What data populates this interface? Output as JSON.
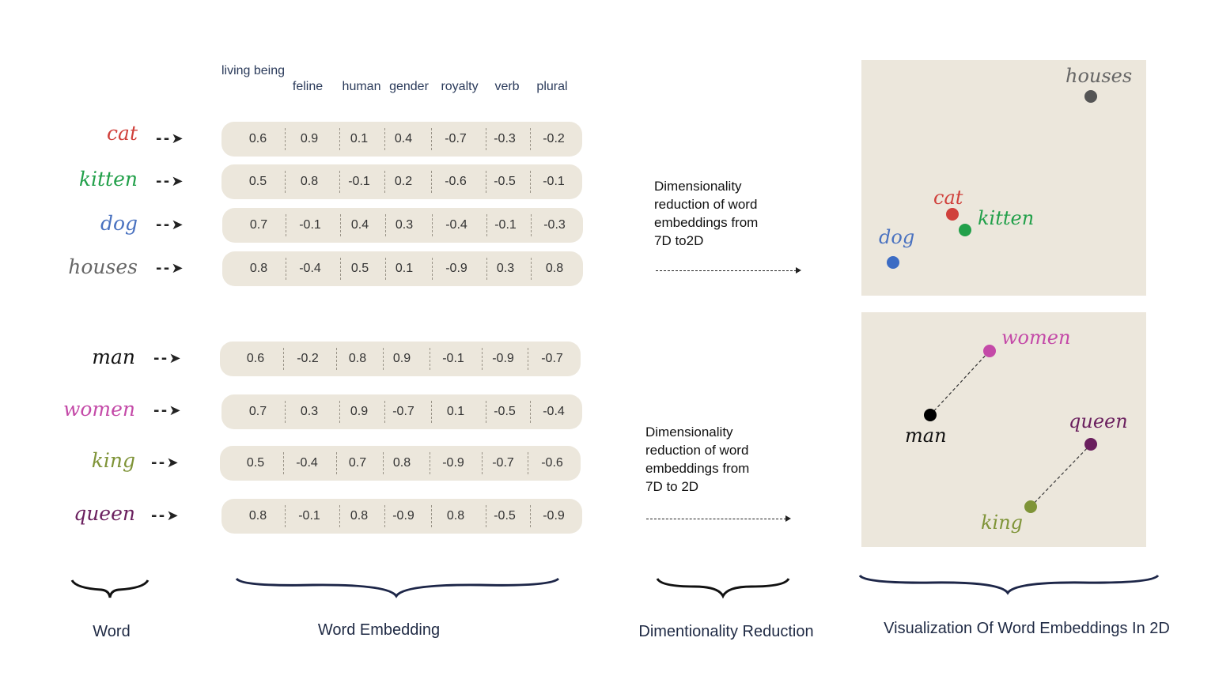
{
  "columns": [
    "living being",
    "feline",
    "human",
    "gender",
    "royalty",
    "verb",
    "plural"
  ],
  "group1": {
    "words": [
      {
        "label": "cat",
        "color": "#d0413c",
        "values": [
          "0.6",
          "0.9",
          "0.1",
          "0.4",
          "-0.7",
          "-0.3",
          "-0.2"
        ]
      },
      {
        "label": "kitten",
        "color": "#22a04a",
        "values": [
          "0.5",
          "0.8",
          "-0.1",
          "0.2",
          "-0.6",
          "-0.5",
          "-0.1"
        ]
      },
      {
        "label": "dog",
        "color": "#4a72c0",
        "values": [
          "0.7",
          "-0.1",
          "0.4",
          "0.3",
          "-0.4",
          "-0.1",
          "-0.3"
        ]
      },
      {
        "label": "houses",
        "color": "#666666",
        "values": [
          "0.8",
          "-0.4",
          "0.5",
          "0.1",
          "-0.9",
          "0.3",
          "0.8"
        ]
      }
    ],
    "reduction_text": [
      "Dimensionality",
      "reduction of word",
      "embeddings from",
      "7D to2D"
    ]
  },
  "group2": {
    "words": [
      {
        "label": "man",
        "color": "#111111",
        "values": [
          "0.6",
          "-0.2",
          "0.8",
          "0.9",
          "-0.1",
          "-0.9",
          "-0.7"
        ]
      },
      {
        "label": "women",
        "color": "#c44aa8",
        "values": [
          "0.7",
          "0.3",
          "0.9",
          "-0.7",
          "0.1",
          "-0.5",
          "-0.4"
        ]
      },
      {
        "label": "king",
        "color": "#7f9438",
        "values": [
          "0.5",
          "-0.4",
          "0.7",
          "0.8",
          "-0.9",
          "-0.7",
          "-0.6"
        ]
      },
      {
        "label": "queen",
        "color": "#6a1f5e",
        "values": [
          "0.8",
          "-0.1",
          "0.8",
          "-0.9",
          "0.8",
          "-0.5",
          "-0.9"
        ]
      }
    ],
    "reduction_text": [
      "Dimensionality",
      "reduction of word",
      "embeddings from",
      "7D to 2D"
    ]
  },
  "plot1": {
    "points": [
      {
        "label": "houses",
        "color": "#555555",
        "label_color": "#666666"
      },
      {
        "label": "cat",
        "color": "#d0413c",
        "label_color": "#d0413c"
      },
      {
        "label": "kitten",
        "color": "#22a04a",
        "label_color": "#22a04a"
      },
      {
        "label": "dog",
        "color": "#3c6cc4",
        "label_color": "#4a72c0"
      }
    ]
  },
  "plot2": {
    "points": [
      {
        "label": "women",
        "color": "#c44aa8",
        "label_color": "#c44aa8"
      },
      {
        "label": "man",
        "color": "#000000",
        "label_color": "#111111"
      },
      {
        "label": "queen",
        "color": "#6a1f5e",
        "label_color": "#6a1f5e"
      },
      {
        "label": "king",
        "color": "#7f9438",
        "label_color": "#7f9438"
      }
    ]
  },
  "captions": {
    "word": "Word",
    "embedding": "Word Embedding",
    "reduction": "Dimentionality Reduction",
    "visualization": "Visualization Of Word Embeddings In 2D"
  }
}
